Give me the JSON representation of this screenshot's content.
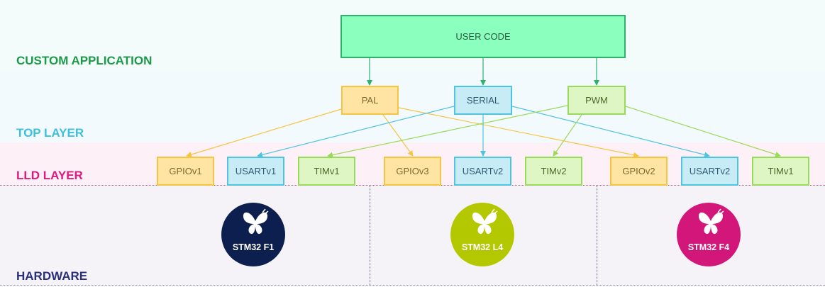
{
  "layers": {
    "app": {
      "label": "CUSTOM APPLICATION",
      "color": "#1a9a48"
    },
    "top": {
      "label": "TOP LAYER",
      "color": "#3cc0dc"
    },
    "lld": {
      "label": "LLD LAYER",
      "color": "#e0197e"
    },
    "hw": {
      "label": "HARDWARE",
      "color": "#2a2f7a"
    }
  },
  "user_code": "USER CODE",
  "top_layer": {
    "pal": "PAL",
    "serial": "SERIAL",
    "pwm": "PWM"
  },
  "lld_drivers": [
    {
      "label": "GPIOv1",
      "kind": "pal"
    },
    {
      "label": "USARTv1",
      "kind": "serial"
    },
    {
      "label": "TIMv1",
      "kind": "pwm"
    },
    {
      "label": "GPIOv3",
      "kind": "pal"
    },
    {
      "label": "USARTv2",
      "kind": "serial"
    },
    {
      "label": "TIMv2",
      "kind": "pwm"
    },
    {
      "label": "GPIOv2",
      "kind": "pal"
    },
    {
      "label": "USARTv2",
      "kind": "serial"
    },
    {
      "label": "TIMv1",
      "kind": "pwm"
    }
  ],
  "hardware": [
    {
      "label_prefix": "STM32",
      "label_suffix": " F1",
      "color": "#0d1f4e"
    },
    {
      "label_prefix": "STM32",
      "label_suffix": " L4",
      "color": "#b4c800"
    },
    {
      "label_prefix": "STM32",
      "label_suffix": " F4",
      "color": "#d2167a"
    }
  ],
  "colors": {
    "pal_line": "#f5c542",
    "serial_line": "#4fc4e0",
    "pwm_line": "#9ada5a",
    "user_arrow": "#2db36a"
  }
}
